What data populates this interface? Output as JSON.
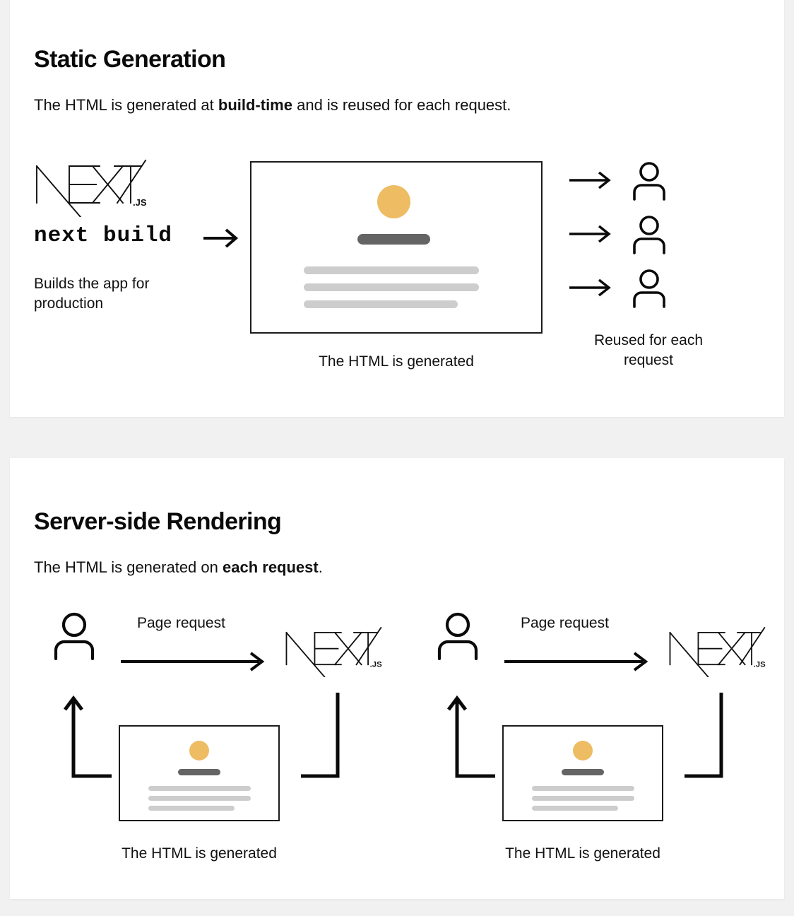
{
  "theme": {
    "background": "#f1f1f1",
    "card_background": "#ffffff",
    "accent_yellow": "#edbc63",
    "bar_dark": "#646464",
    "bar_light": "#cdcdcd",
    "stroke": "#1c1c1c",
    "text": "#111111"
  },
  "panels": [
    {
      "id": "static-generation",
      "title": "Static Generation",
      "description_plain": "The HTML is generated at build-time and is reused for each request.",
      "description_parts": [
        {
          "text": "The HTML is generated at ",
          "bold": false
        },
        {
          "text": "build-time",
          "bold": true
        },
        {
          "text": " and is reused for each request.",
          "bold": false
        }
      ],
      "logo": {
        "wordmark": "NEXT",
        "suffix": ".JS",
        "name": "nextjs-logo"
      },
      "command": "next build",
      "command_arrow": "→",
      "command_note_line1": "Builds the app for",
      "command_note_line2": "production",
      "page_caption": "The HTML is generated",
      "requests": {
        "count": 3,
        "arrow": "→",
        "caption_line1": "Reused for each",
        "caption_line2": "request"
      }
    },
    {
      "id": "server-side-rendering",
      "title": "Server-side Rendering",
      "description_plain": "The HTML is generated on each request.",
      "description_parts": [
        {
          "text": "The HTML is generated on ",
          "bold": false
        },
        {
          "text": "each request",
          "bold": true
        },
        {
          "text": ".",
          "bold": false
        }
      ],
      "flows": [
        {
          "request_label": "Page request",
          "logo": {
            "wordmark": "NEXT",
            "suffix": ".JS"
          },
          "page_caption": "The HTML is generated"
        },
        {
          "request_label": "Page request",
          "logo": {
            "wordmark": "NEXT",
            "suffix": ".JS"
          },
          "page_caption": "The HTML is generated"
        }
      ]
    }
  ]
}
